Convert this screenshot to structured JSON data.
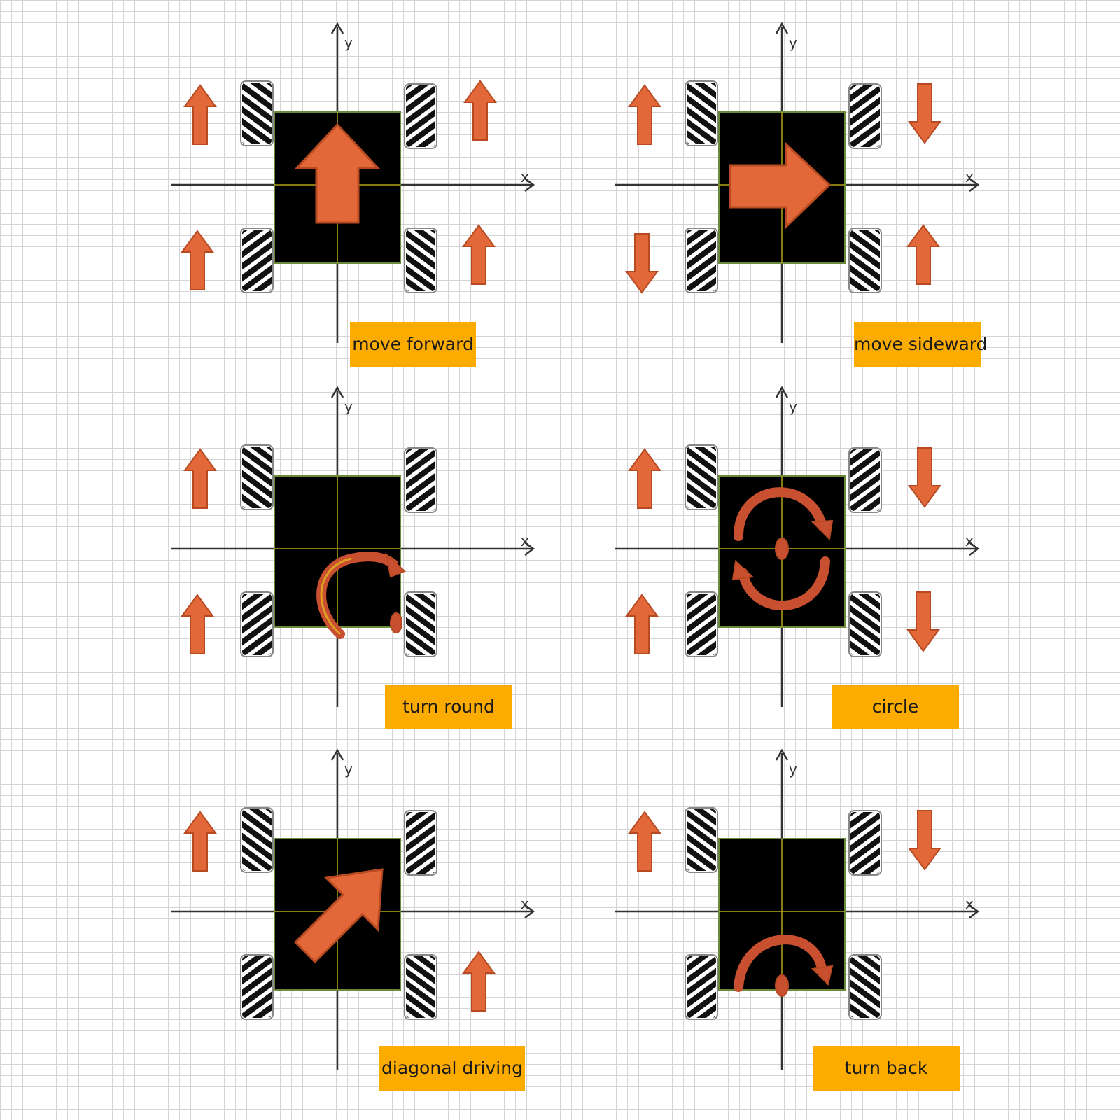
{
  "colors": {
    "arrow": "#e2683a",
    "arrow_stroke": "#b84a22",
    "arc": "#c84f30",
    "arc_edge": "#e0a020",
    "body": "#000000",
    "body_line": "#b5a218",
    "caption_bg": "#fcab00"
  },
  "axes": {
    "x_label": "x",
    "y_label": "y"
  },
  "panels": [
    {
      "id": "move-forward",
      "caption": "move forward",
      "wheels": {
        "fl": "up",
        "fr": "up",
        "rl": "up",
        "rr": "up"
      },
      "center_symbol": "up-arrow"
    },
    {
      "id": "move-sideward",
      "caption": "move sideward",
      "wheels": {
        "fl": "up",
        "fr": "down",
        "rl": "down",
        "rr": "up"
      },
      "center_symbol": "right-arrow"
    },
    {
      "id": "turn-round",
      "caption": "turn round",
      "wheels": {
        "fl": "up",
        "fr": "none",
        "rl": "up",
        "rr": "none"
      },
      "center_symbol": "pivot-arc-rear-right"
    },
    {
      "id": "circle",
      "caption": "circle",
      "wheels": {
        "fl": "up",
        "fr": "down",
        "rl": "up",
        "rr": "down"
      },
      "center_symbol": "double-arc"
    },
    {
      "id": "diagonal-driving",
      "caption": "diagonal driving",
      "wheels": {
        "fl": "up",
        "fr": "none",
        "rl": "none",
        "rr": "up"
      },
      "center_symbol": "diagonal-arrow"
    },
    {
      "id": "turn-back",
      "caption": "turn back",
      "wheels": {
        "fl": "up",
        "fr": "down",
        "rl": "none",
        "rr": "none"
      },
      "center_symbol": "rear-arc"
    }
  ]
}
